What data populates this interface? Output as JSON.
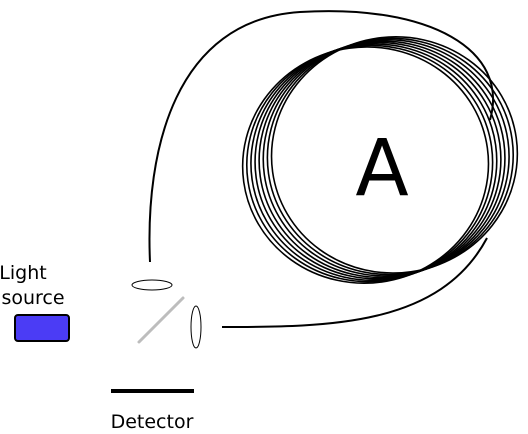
{
  "labels": {
    "light_source_line1": "Light",
    "light_source_line2": "source",
    "detector": "Detector",
    "coil": "A"
  },
  "colors": {
    "light_source_fill": "#4b3cf5",
    "outline": "#000000",
    "beam_splitter": "#bdbdbd",
    "background": "#ffffff"
  },
  "fiber_coil": {
    "turns": 8
  }
}
